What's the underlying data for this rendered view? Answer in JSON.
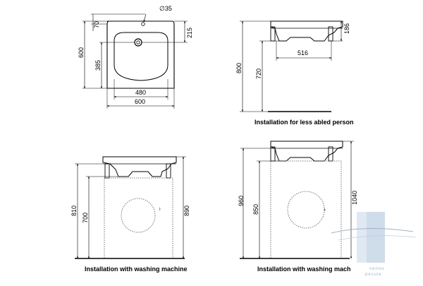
{
  "top_left": {
    "hole_dia": "∅35",
    "dim_70": "70",
    "dim_215": "215",
    "dim_600_h": "600",
    "dim_385": "385",
    "dim_480": "480",
    "dim_600_w": "600"
  },
  "top_right": {
    "dim_186": "186",
    "dim_516": "516",
    "dim_800": "800",
    "dim_720": "720",
    "caption": "Installation for less abled person"
  },
  "bottom_left": {
    "dim_810": "810",
    "dim_700": "700",
    "dim_890": "890",
    "caption": "Installation with washing machine"
  },
  "bottom_right": {
    "dim_960": "960",
    "dim_850": "850",
    "dim_1040": "1040",
    "caption": "Installation with washing mach"
  },
  "watermark": {
    "line1": "vennu",
    "line2": "pesule",
    "color": "#8fa6bf"
  }
}
